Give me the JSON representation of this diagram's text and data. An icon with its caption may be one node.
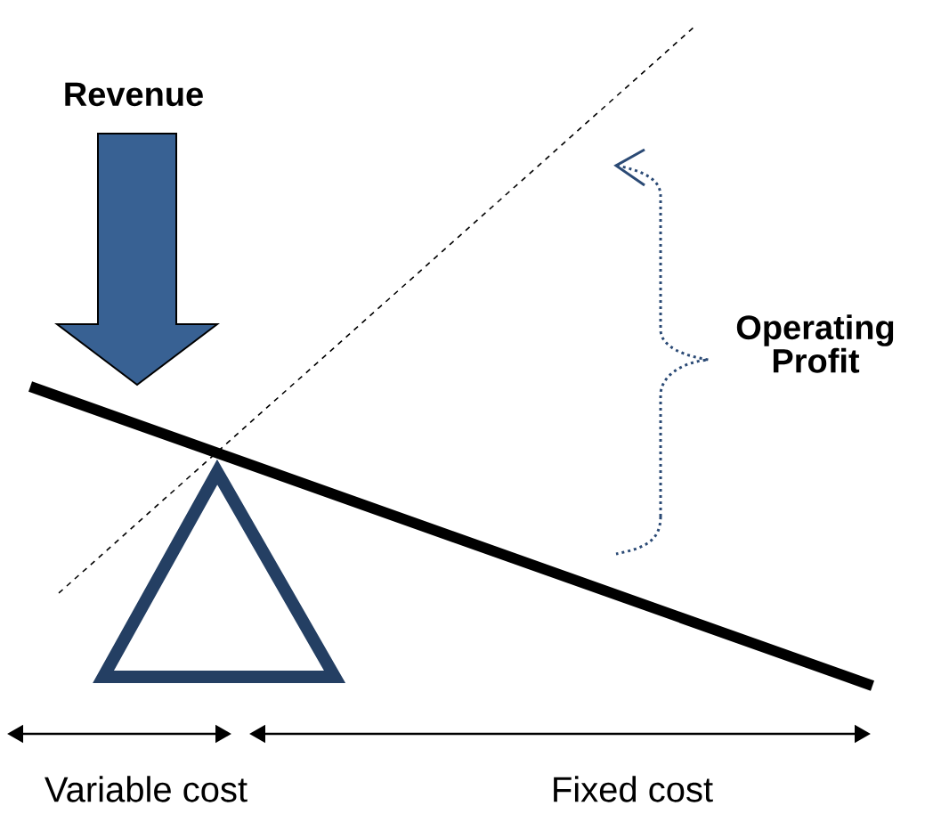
{
  "diagram": {
    "labels": [
      "Revenue",
      "Operating Profit",
      "Variable cost",
      "Fixed cost"
    ]
  }
}
